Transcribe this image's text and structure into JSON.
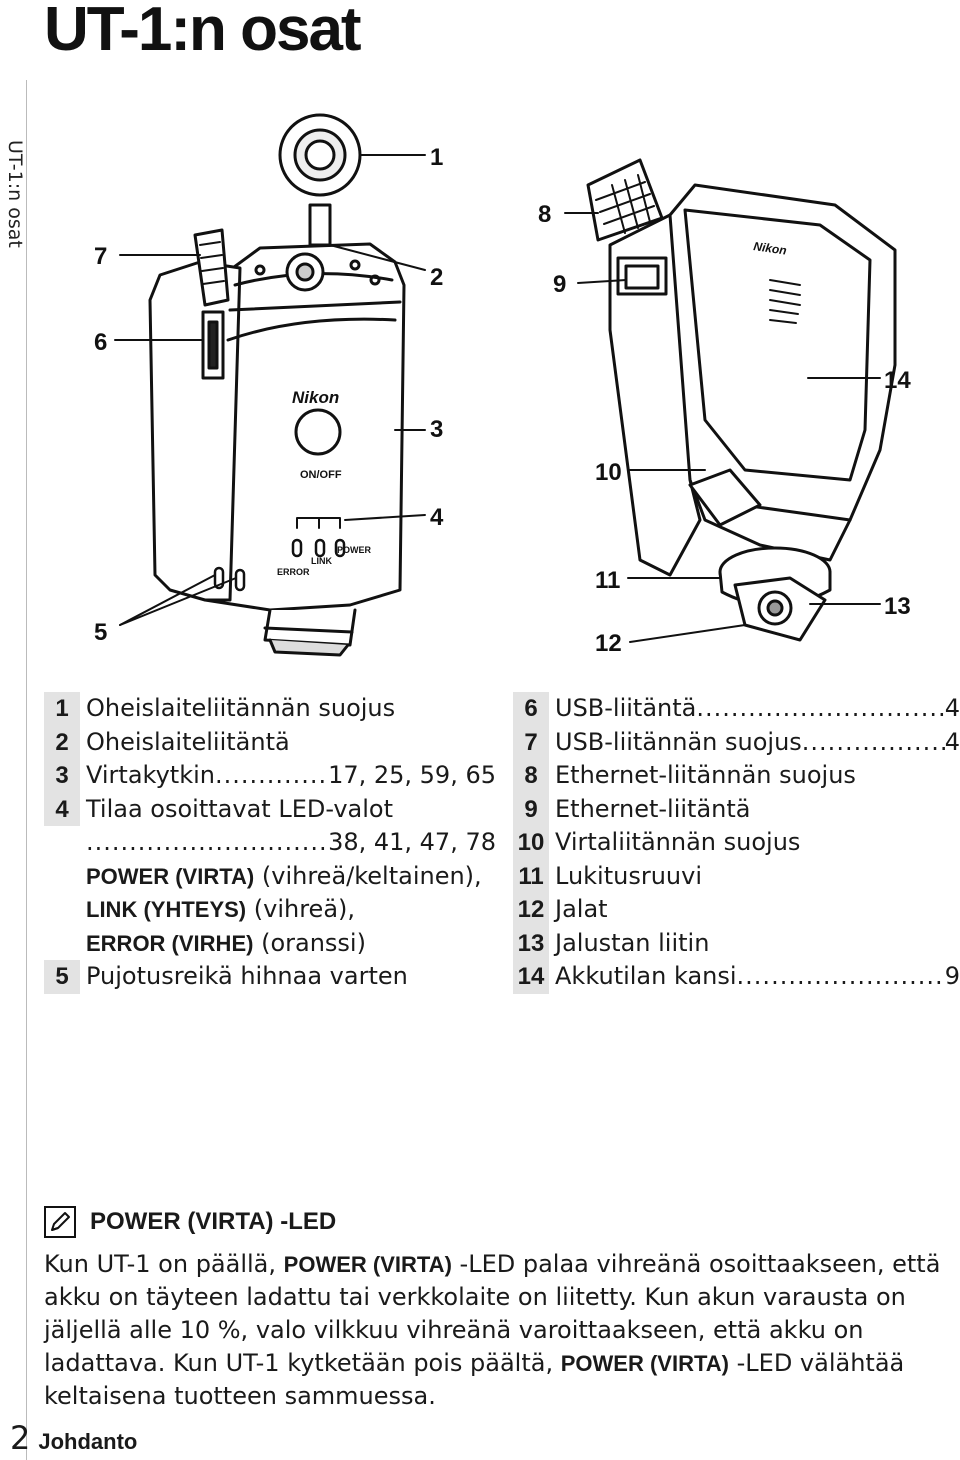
{
  "page": {
    "title": "UT-1:n osat",
    "side_tab": "UT-1:n osat"
  },
  "callouts": {
    "c1": "1",
    "c2": "2",
    "c3": "3",
    "c4": "4",
    "c5": "5",
    "c6": "6",
    "c7": "7",
    "c8": "8",
    "c9": "9",
    "c10": "10",
    "c11": "11",
    "c12": "12",
    "c13": "13",
    "c14": "14"
  },
  "device_labels": {
    "brand_front": "Nikon",
    "brand_back": "Nikon",
    "on_off": "ON/OFF",
    "led_error": "ERROR",
    "led_link": "LINK",
    "led_power": "POWER"
  },
  "parts_left": {
    "p1": {
      "num": "1",
      "text": "Oheislaiteliitännän suojus"
    },
    "p2": {
      "num": "2",
      "text": "Oheislaiteliitäntä"
    },
    "p3": {
      "num": "3",
      "text": "Virtakytkin",
      "pages": "17, 25, 59, 65"
    },
    "p4": {
      "num": "4",
      "text": "Tilaa osoittavat LED-valot",
      "pages": "38, 41, 47, 78"
    },
    "p4_power_label": "POWER (VIRTA)",
    "p4_power_desc": "(vihreä/keltainen),",
    "p4_link_label": "LINK (YHTEYS)",
    "p4_link_desc": "(vihreä),",
    "p4_error_label": "ERROR (VIRHE)",
    "p4_error_desc": "(oranssi)",
    "p5": {
      "num": "5",
      "text": "Pujotusreikä hihnaa varten"
    }
  },
  "parts_right": {
    "p6": {
      "num": "6",
      "text": "USB-liitäntä",
      "pages": "4"
    },
    "p7": {
      "num": "7",
      "text": "USB-liitännän suojus",
      "pages": "4"
    },
    "p8": {
      "num": "8",
      "text": "Ethernet-liitännän suojus"
    },
    "p9": {
      "num": "9",
      "text": "Ethernet-liitäntä"
    },
    "p10": {
      "num": "10",
      "text": "Virtaliitännän suojus"
    },
    "p11": {
      "num": "11",
      "text": "Lukitusruuvi"
    },
    "p12": {
      "num": "12",
      "text": "Jalat"
    },
    "p13": {
      "num": "13",
      "text": "Jalustan liitin"
    },
    "p14": {
      "num": "14",
      "text": "Akkutilan kansi",
      "pages": "9"
    }
  },
  "note": {
    "icon": "pencil-note-icon",
    "heading_label": "POWER (VIRTA)",
    "heading_suffix": "-LED",
    "l1_a": "Kun UT-1 on päällä, ",
    "l1_label": "POWER (VIRTA)",
    "l1_b": "-LED palaa vihreänä osoittaakseen, että",
    "l2": "akku on täyteen ladattu tai verkkolaite on liitetty. Kun akun varausta on",
    "l3": "jäljellä alle 10 %, valo vilkkuu vihreänä varoittaakseen, että akku on",
    "l4_a": "ladattava. Kun UT-1 kytketään pois päältä, ",
    "l4_label": "POWER (VIRTA)",
    "l4_b": "-LED välähtää",
    "l5": "keltaisena tuotteen sammuessa."
  },
  "footer": {
    "page_number": "2",
    "section": "Johdanto"
  }
}
